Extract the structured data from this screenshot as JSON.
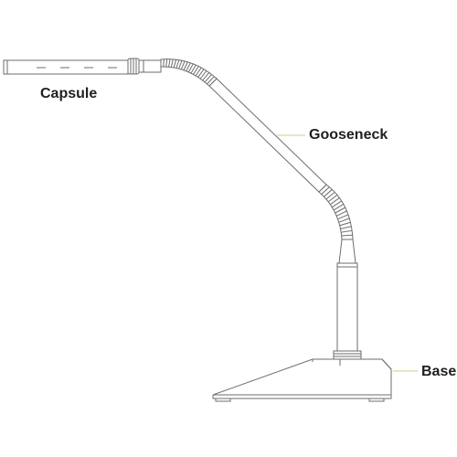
{
  "labels": {
    "capsule": "Capsule",
    "gooseneck": "Gooseneck",
    "base": "Base"
  },
  "colors": {
    "outline": "#6d6d6d",
    "leader_line": "#c8cf8a",
    "text": "#1f1f1f",
    "background": "#ffffff"
  }
}
